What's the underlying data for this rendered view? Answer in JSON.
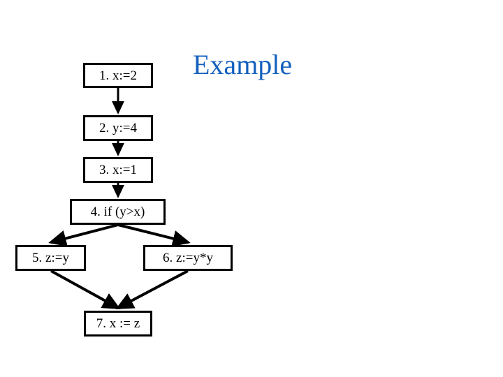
{
  "slide": {
    "title": "Example",
    "title_color": "#1560bd",
    "background_color": "#ffffff"
  },
  "diagram": {
    "kind": "control-flow-graph",
    "stroke_color": "#000000",
    "node_fill": "#ffffff",
    "nodes": [
      {
        "id": "1",
        "label": "1. x:=2"
      },
      {
        "id": "2",
        "label": "2. y:=4"
      },
      {
        "id": "3",
        "label": "3. x:=1"
      },
      {
        "id": "4",
        "label": "4. if (y>x)"
      },
      {
        "id": "5",
        "label": "5. z:=y"
      },
      {
        "id": "6",
        "label": "6. z:=y*y"
      },
      {
        "id": "7",
        "label": "7. x := z"
      }
    ],
    "edges": [
      {
        "from": "1",
        "to": "2"
      },
      {
        "from": "2",
        "to": "3"
      },
      {
        "from": "3",
        "to": "4"
      },
      {
        "from": "4",
        "to": "5"
      },
      {
        "from": "4",
        "to": "6"
      },
      {
        "from": "5",
        "to": "7"
      },
      {
        "from": "6",
        "to": "7"
      }
    ]
  }
}
